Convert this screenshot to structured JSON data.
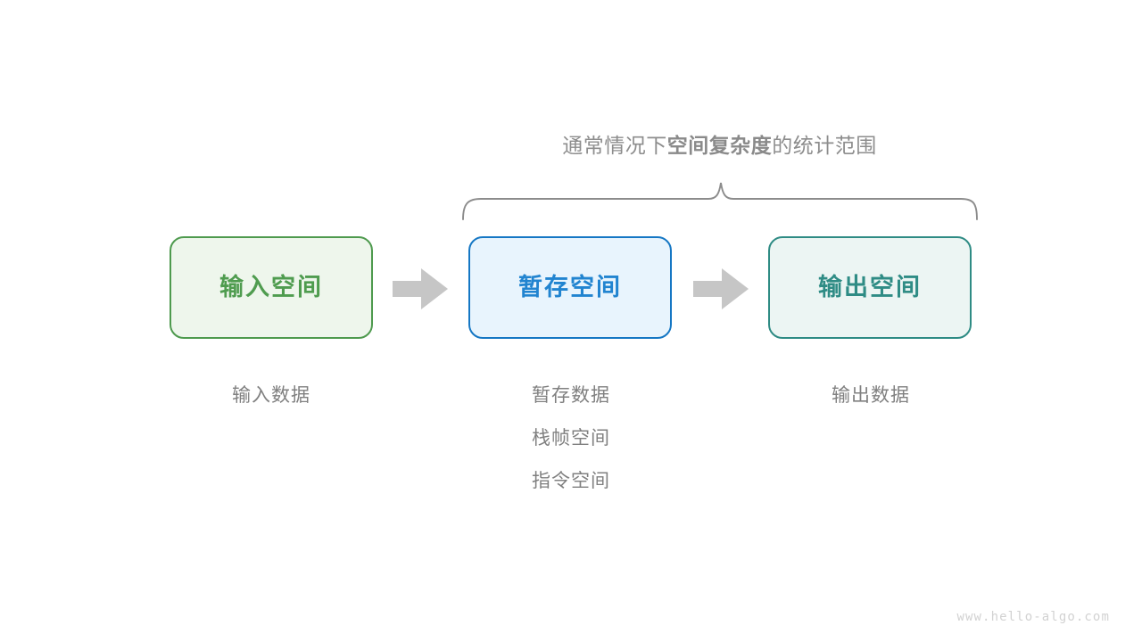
{
  "page": {
    "background_color": "#ffffff",
    "watermark": "www.hello-algo.com"
  },
  "scope_caption": {
    "lead": "通常情况下",
    "emphasis": "空间复杂度",
    "tail": "的统计范围",
    "color": "#8d8d8d"
  },
  "brace": {
    "name": "scope-brace",
    "color": "#8c8c8c",
    "spans_boxes": [
      "暂存空间",
      "输出空间"
    ]
  },
  "flow": {
    "boxes": [
      {
        "id": "input",
        "label": "输入空间",
        "border_color": "#4e9a4e",
        "fill_color": "#eef6ec",
        "text_color": "#4f9c4f"
      },
      {
        "id": "temp",
        "label": "暂存空间",
        "border_color": "#1577c4",
        "fill_color": "#e8f4fd",
        "text_color": "#2184d0"
      },
      {
        "id": "output",
        "label": "输出空间",
        "border_color": "#2e8b84",
        "fill_color": "#ecf5f3",
        "text_color": "#2f8c85"
      }
    ],
    "arrows": [
      {
        "id": "arrow-1",
        "color": "#c6c6c6"
      },
      {
        "id": "arrow-2",
        "color": "#c6c6c6"
      }
    ]
  },
  "captions": {
    "color": "#808080",
    "input": [
      "输入数据"
    ],
    "temp": [
      "暂存数据",
      "栈帧空间",
      "指令空间"
    ],
    "output": [
      "输出数据"
    ]
  }
}
